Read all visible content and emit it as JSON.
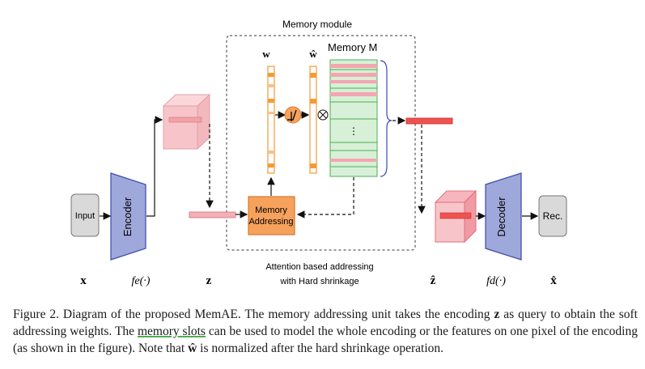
{
  "diagram": {
    "module_label": "Memory module",
    "w_label": "w",
    "w_hat_label": "ŵ",
    "memory_label": "Memory M",
    "input_label": "Input",
    "encoder_label": "Encoder",
    "memory_addressing_line1": "Memory",
    "memory_addressing_line2": "Addressing",
    "decoder_label": "Decoder",
    "rec_label": "Rec.",
    "attention_line1": "Attention based addressing",
    "attention_line2": "with Hard shrinkage",
    "vdots": "⋮",
    "bottom_labels": {
      "x": "x",
      "fe": "fe(·)",
      "z": "z",
      "z_hat": "ẑ",
      "fd": "fd(·)",
      "x_hat": "x̂"
    },
    "colors": {
      "encoder_fill": "#9fa8da",
      "encoder_stroke": "#3949ab",
      "box_fill": "#d9d9d9",
      "cube_fill": "#f7c5c9",
      "cube_stroke": "#e0707c",
      "memory_fill": "#d7f0d7",
      "memory_row_red": "#f4a6b0",
      "memory_row_green": "#4caf50",
      "addressing_fill": "#f6a25c",
      "addressing_stroke": "#d9772c",
      "bar_orange": "#f59a35",
      "bar_red": "#ef5350"
    }
  },
  "caption": {
    "p1": "Figure 2. Diagram of the proposed MemAE. The memory addressing unit takes the encoding ",
    "p1_bold": "z",
    "p2": " as query to obtain the soft addressing weights. The ",
    "p2_underline": "memory slots",
    "p3": " can be used to model the whole encoding or the features on one pixel of the encoding (as shown in the figure). Note that ",
    "p3_symbol": "ŵ",
    "p4": " is normalized after the hard shrinkage operation."
  }
}
